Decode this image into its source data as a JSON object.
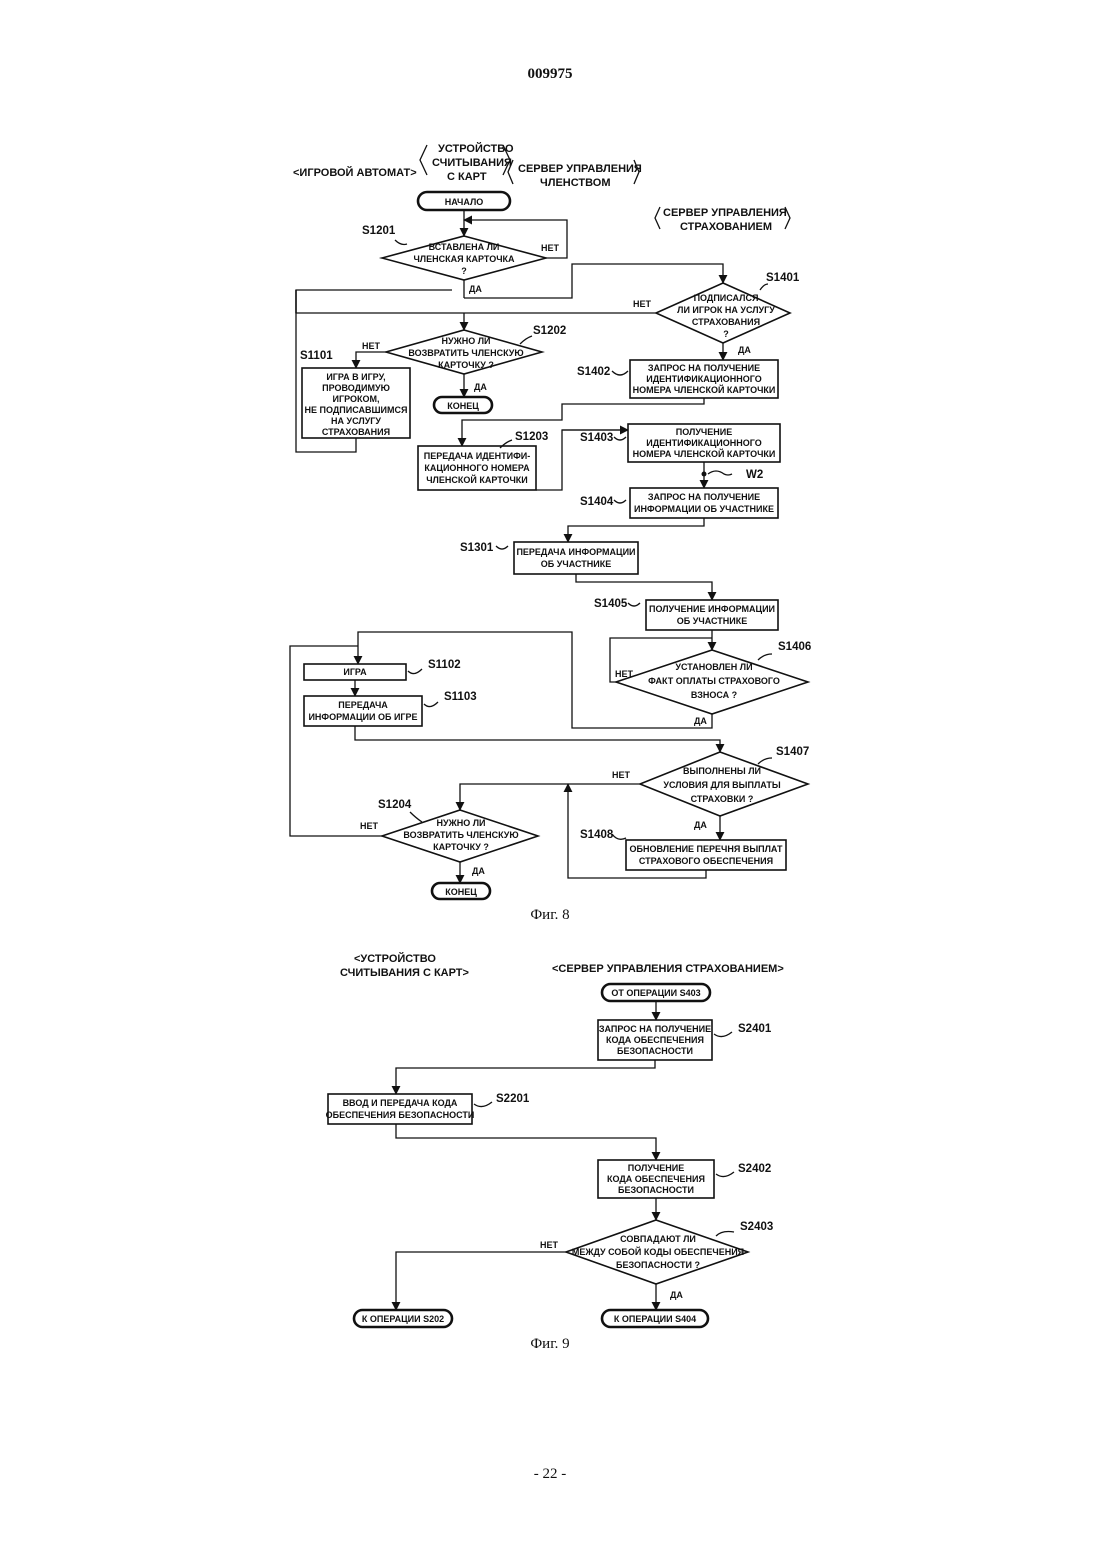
{
  "page": {
    "doc_number": "009975",
    "footer": "- 22 -"
  },
  "fig8": {
    "caption": "Фиг. 8",
    "headers": {
      "gaming_machine": "<ИГРОВОЙ АВТОМАТ>",
      "card_reader": [
        "УСТРОЙСТВО",
        "СЧИТЫВАНИЯ",
        "С КАРТ"
      ],
      "membership_server": [
        "СЕРВЕР УПРАВЛЕНИЯ",
        "ЧЛЕНСТВОМ"
      ],
      "insurance_server": [
        "СЕРВЕР УПРАВЛЕНИЯ",
        "СТРАХОВАНИЕМ"
      ]
    },
    "start": "НАЧАЛО",
    "end1": "КОНЕЦ",
    "end2": "КОНЕЦ",
    "yes": "ДА",
    "no": "НЕТ",
    "connector": "W2",
    "steps": {
      "S1201": {
        "id": "S1201",
        "lines": [
          "ВСТАВЛЕНА ЛИ",
          "ЧЛЕНСКАЯ КАРТОЧКА",
          "?"
        ]
      },
      "S1202": {
        "id": "S1202",
        "lines": [
          "НУЖНО ЛИ",
          "ВОЗВРАТИТЬ ЧЛЕНСКУЮ",
          "КАРТОЧКУ ?"
        ]
      },
      "S1101": {
        "id": "S1101",
        "lines": [
          "ИГРА В ИГРУ,",
          "ПРОВОДИМУЮ",
          "ИГРОКОМ,",
          "НЕ ПОДПИСАВШИМСЯ",
          "НА УСЛУГУ",
          "СТРАХОВАНИЯ"
        ]
      },
      "S1203": {
        "id": "S1203",
        "lines": [
          "ПЕРЕДАЧА ИДЕНТИФИ-",
          "КАЦИОННОГО НОМЕРА",
          "ЧЛЕНСКОЙ КАРТОЧКИ"
        ]
      },
      "S1401": {
        "id": "S1401",
        "lines": [
          "ПОДПИСАЛСЯ",
          "ЛИ ИГРОК НА УСЛУГУ",
          "СТРАХОВАНИЯ",
          "?"
        ]
      },
      "S1402": {
        "id": "S1402",
        "lines": [
          "ЗАПРОС НА ПОЛУЧЕНИЕ",
          "ИДЕНТИФИКАЦИОННОГО",
          "НОМЕРА ЧЛЕНСКОЙ КАРТОЧКИ"
        ]
      },
      "S1403": {
        "id": "S1403",
        "lines": [
          "ПОЛУЧЕНИЕ",
          "ИДЕНТИФИКАЦИОННОГО",
          "НОМЕРА ЧЛЕНСКОЙ КАРТОЧКИ"
        ]
      },
      "S1404": {
        "id": "S1404",
        "lines": [
          "ЗАПРОС НА ПОЛУЧЕНИЕ",
          "ИНФОРМАЦИИ ОБ УЧАСТНИКЕ"
        ]
      },
      "S1301": {
        "id": "S1301",
        "lines": [
          "ПЕРЕДАЧА ИНФОРМАЦИИ",
          "ОБ УЧАСТНИКЕ"
        ]
      },
      "S1405": {
        "id": "S1405",
        "lines": [
          "ПОЛУЧЕНИЕ ИНФОРМАЦИИ",
          "ОБ УЧАСТНИКЕ"
        ]
      },
      "S1406": {
        "id": "S1406",
        "lines": [
          "УСТАНОВЛЕН ЛИ",
          "ФАКТ ОПЛАТЫ СТРАХОВОГО",
          "ВЗНОСА ?"
        ]
      },
      "S1102": {
        "id": "S1102",
        "lines": [
          "ИГРА"
        ]
      },
      "S1103": {
        "id": "S1103",
        "lines": [
          "ПЕРЕДАЧА",
          "ИНФОРМАЦИИ ОБ ИГРЕ"
        ]
      },
      "S1407": {
        "id": "S1407",
        "lines": [
          "ВЫПОЛНЕНЫ ЛИ",
          "УСЛОВИЯ ДЛЯ ВЫПЛАТЫ",
          "СТРАХОВКИ ?"
        ]
      },
      "S1204": {
        "id": "S1204",
        "lines": [
          "НУЖНО ЛИ",
          "ВОЗВРАТИТЬ ЧЛЕНСКУЮ",
          "КАРТОЧКУ ?"
        ]
      },
      "S1408": {
        "id": "S1408",
        "lines": [
          "ОБНОВЛЕНИЕ ПЕРЕЧНЯ ВЫПЛАТ",
          "СТРАХОВОГО ОБЕСПЕЧЕНИЯ"
        ]
      }
    }
  },
  "fig9": {
    "caption": "Фиг. 9",
    "headers": {
      "card_reader": [
        "<УСТРОЙСТВО",
        "СЧИТЫВАНИЯ С КАРТ>"
      ],
      "insurance_server": "<СЕРВЕР УПРАВЛЕНИЯ СТРАХОВАНИЕМ>"
    },
    "start": "ОТ ОПЕРАЦИИ S403",
    "to_s202": "К ОПЕРАЦИИ S202",
    "to_s404": "К ОПЕРАЦИИ S404",
    "yes": "ДА",
    "no": "НЕТ",
    "steps": {
      "S2401": {
        "id": "S2401",
        "lines": [
          "ЗАПРОС НА ПОЛУЧЕНИЕ",
          "КОДА ОБЕСПЕЧЕНИЯ",
          "БЕЗОПАСНОСТИ"
        ]
      },
      "S2201": {
        "id": "S2201",
        "lines": [
          "ВВОД И ПЕРЕДАЧА КОДА",
          "ОБЕСПЕЧЕНИЯ БЕЗОПАСНОСТИ"
        ]
      },
      "S2402": {
        "id": "S2402",
        "lines": [
          "ПОЛУЧЕНИЕ",
          "КОДА ОБЕСПЕЧЕНИЯ",
          "БЕЗОПАСНОСТИ"
        ]
      },
      "S2403": {
        "id": "S2403",
        "lines": [
          "СОВПАДАЮТ ЛИ",
          "МЕЖДУ СОБОЙ КОДЫ ОБЕСПЕЧЕНИЯ",
          "БЕЗОПАСНОСТИ ?"
        ]
      }
    }
  }
}
